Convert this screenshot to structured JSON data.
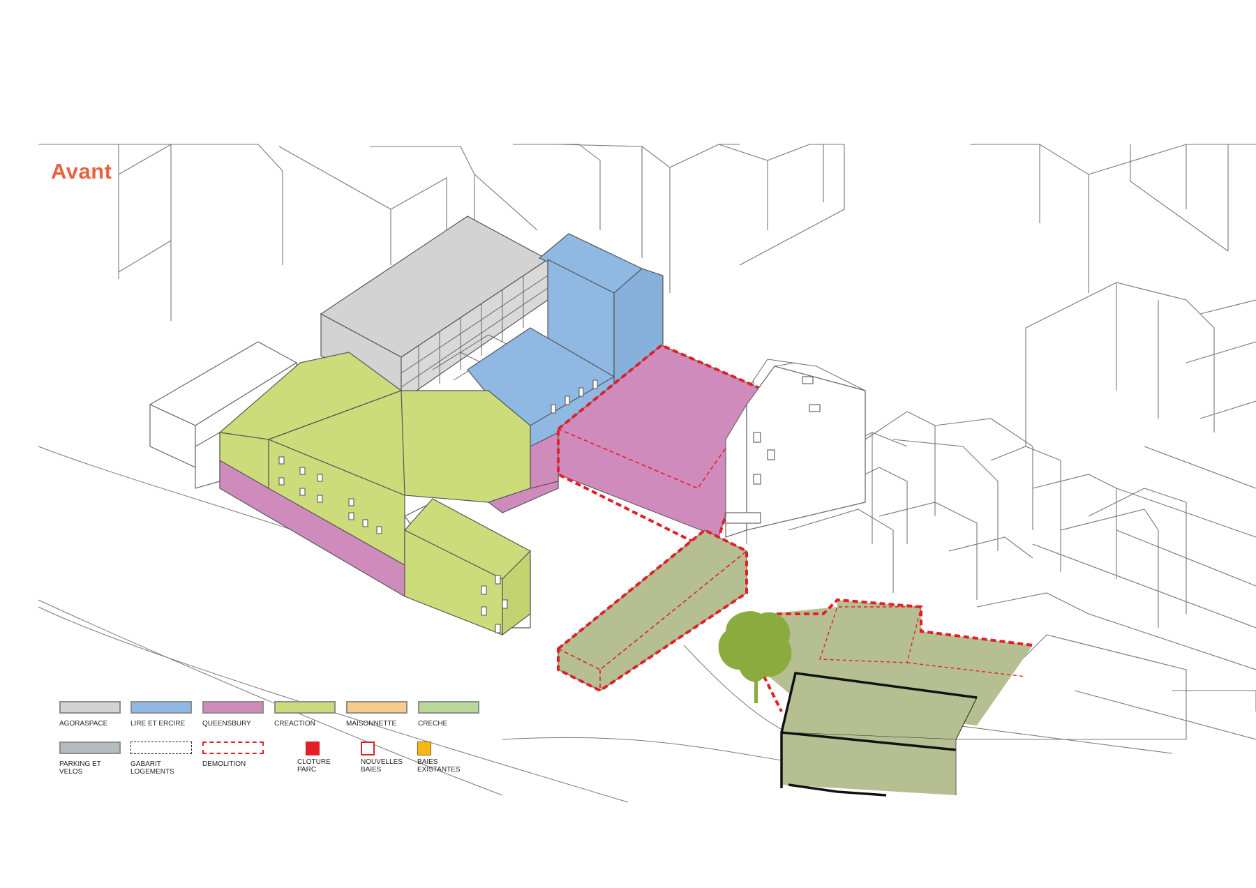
{
  "title": "Avant",
  "colors": {
    "agoraspace": "#d3d3d3",
    "lire_et_ercire": "#8fb8e2",
    "queensbury": "#d08bbd",
    "creaction": "#cddc7b",
    "maisonnette": "#f7cb8b",
    "creche": "#b9d99a",
    "parking": "#b4bcc0",
    "demolition": "#e41e26",
    "olive": "#b6bf92",
    "tree": "#8aac3e",
    "baies_existantes": "#f6b617"
  },
  "legend": [
    {
      "label": "AGORASPACE",
      "kind": "fill",
      "color": "#d3d3d3"
    },
    {
      "label": "LIRE ET ERCIRE",
      "kind": "fill",
      "color": "#8fb8e2"
    },
    {
      "label": "QUEENSBURY",
      "kind": "fill",
      "color": "#d08bbd"
    },
    {
      "label": "CREACTION",
      "kind": "fill",
      "color": "#cddc7b"
    },
    {
      "label": "MAISONNETTE",
      "kind": "fill",
      "color": "#f7cb8b"
    },
    {
      "label": "CRECHE",
      "kind": "fill",
      "color": "#b9d99a"
    },
    {
      "label": "PARKING ET VELOS",
      "kind": "fill",
      "color": "#b4bcc0"
    },
    {
      "label": "GABARIT\nLOGEMENTS",
      "kind": "dash-black"
    },
    {
      "label": "DEMOLITION",
      "kind": "dash-red"
    },
    {
      "label": "CLOTURE\nPARC",
      "kind": "square-red"
    },
    {
      "label": "NOUVELLES\nBAIES",
      "kind": "square-outline"
    },
    {
      "label": "BAIES\nEXISTANTES",
      "kind": "square-yellow"
    }
  ]
}
